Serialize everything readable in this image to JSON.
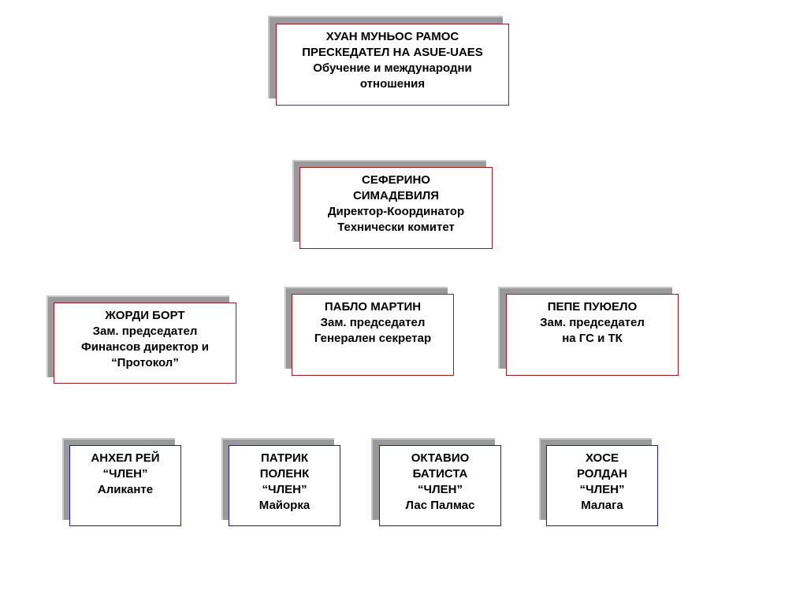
{
  "colors": {
    "leader_border": "#9b1c22",
    "member_border": "#1c1c9b",
    "shadow": "#9a9a9c"
  },
  "president": {
    "lines": [
      "ХУАН МУНЬОС РАМОС",
      "ПРЕСКЕДАТЕЛ НА ASUE-UAES",
      "Обучение и международни",
      "отношения"
    ]
  },
  "director": {
    "lines": [
      "СЕФЕРИНО",
      "СИМАДЕВИЛЯ",
      "Директор-Координатор",
      "Технически комитет"
    ]
  },
  "vice_presidents": [
    {
      "lines": [
        "ЖОРДИ БОРТ",
        "Зам. председател",
        "Финансов директор и",
        "“Протокол”"
      ]
    },
    {
      "lines": [
        "ПАБЛО МАРТИН",
        "Зам. председател",
        "Генерален секретар"
      ]
    },
    {
      "lines": [
        "ПЕПЕ ПУЮЕЛО",
        "Зам. председател",
        "на ГС и ТК"
      ]
    }
  ],
  "members": [
    {
      "lines": [
        "АНХЕЛ РЕЙ",
        "“ЧЛЕН”",
        "Аликанте"
      ]
    },
    {
      "lines": [
        "ПАТРИК",
        "ПОЛЕНК",
        "“ЧЛЕН”",
        "Майорка"
      ]
    },
    {
      "lines": [
        "ОКТАВИО",
        "БАТИСТА",
        "“ЧЛЕН”",
        "Лас Палмас"
      ]
    },
    {
      "lines": [
        "ХОСЕ",
        "РОЛДАН",
        "“ЧЛЕН”",
        "Малага"
      ]
    }
  ]
}
